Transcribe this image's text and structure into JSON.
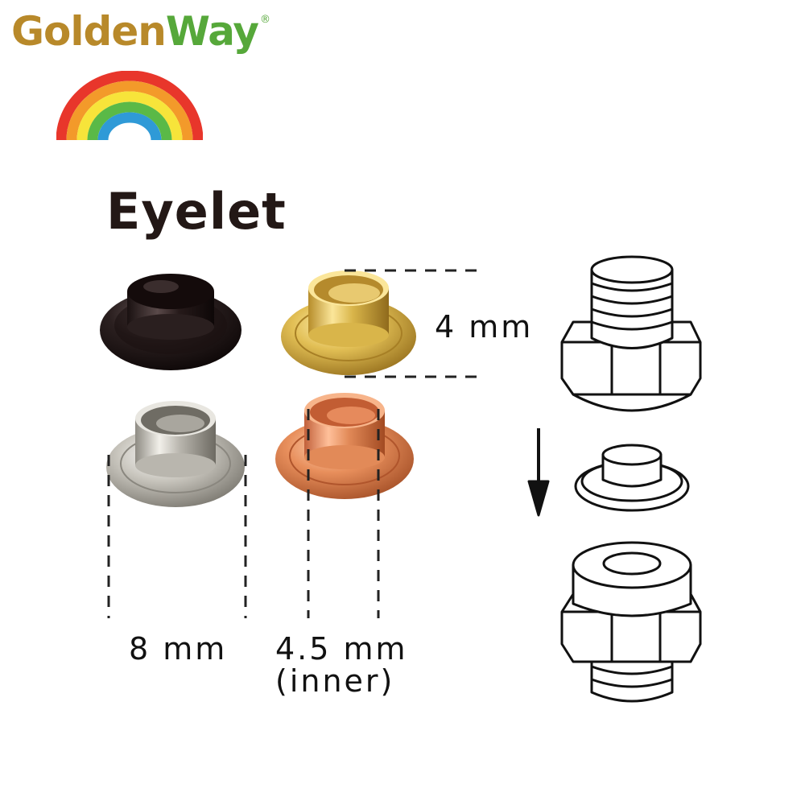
{
  "brand": {
    "part1": "G",
    "part2": "olden",
    "part3": "Way",
    "registered": "®"
  },
  "title": "Eyelet",
  "dimensions": {
    "height": "4 mm",
    "outer_diameter": "8 mm",
    "inner_diameter": "4.5 mm",
    "inner_note": "(inner)"
  },
  "eyelet_finishes": [
    {
      "name": "black-nickel",
      "color": "#2a1f1f"
    },
    {
      "name": "brass",
      "color": "#d9b54a"
    },
    {
      "name": "nickel",
      "color": "#b9b6ae"
    },
    {
      "name": "copper",
      "color": "#e28a58"
    }
  ],
  "rainbow_colors": [
    "#e8362b",
    "#f39a2a",
    "#f7e43a",
    "#5ab947",
    "#2f9ad7"
  ],
  "icons": [
    "rainbow-logo-icon",
    "down-arrow-icon",
    "die-top-icon",
    "eyelet-outline-icon",
    "die-bottom-icon"
  ]
}
